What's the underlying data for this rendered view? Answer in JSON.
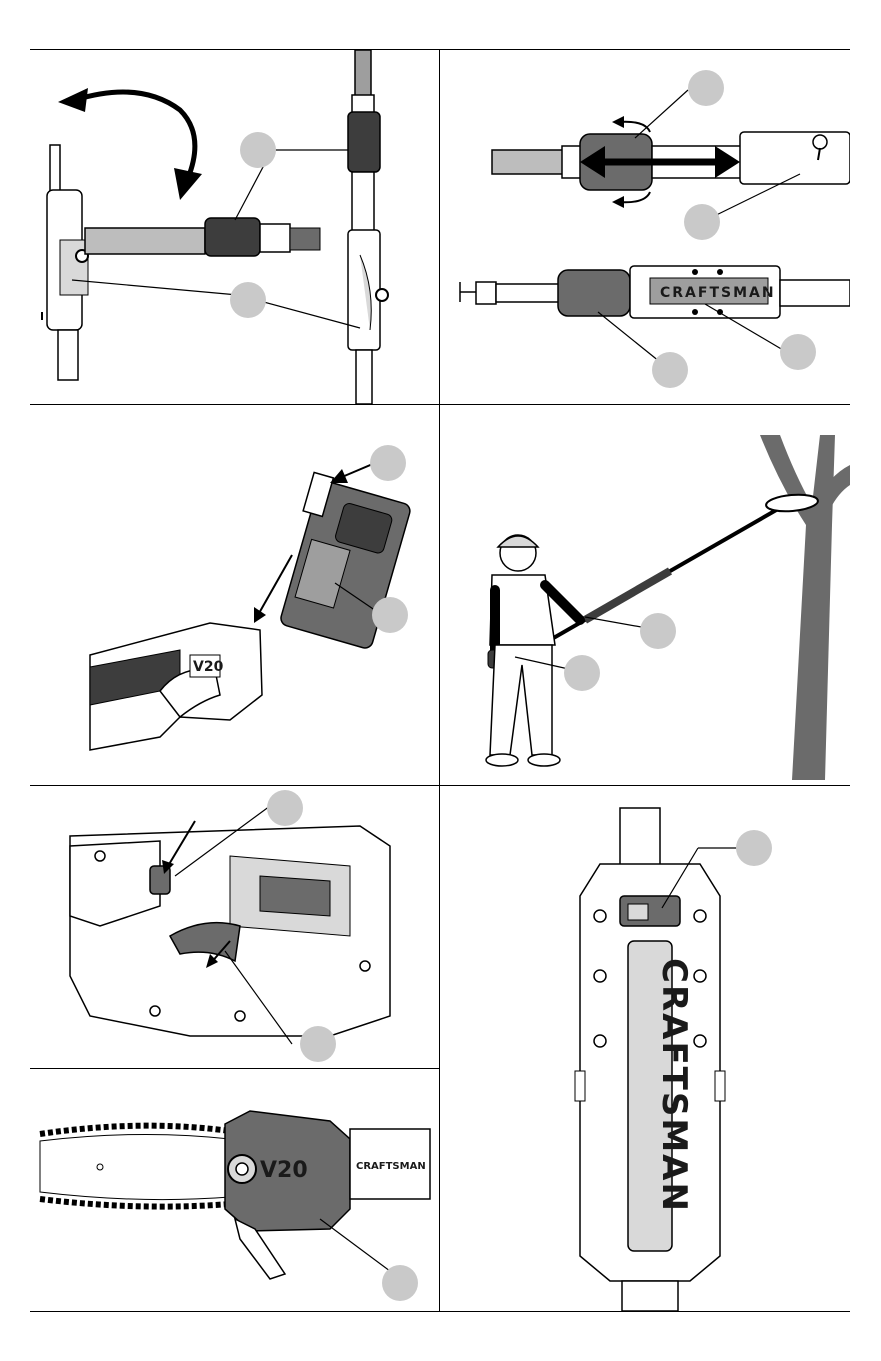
{
  "document": {
    "type": "instruction-manual-figures",
    "brand": "CRAFTSMAN",
    "model_mark": "V20",
    "callout_style": "gray-circle",
    "colors": {
      "ink": "#000000",
      "callout": "#c9c9c9",
      "dark_part": "#6b6b6b",
      "mid_part": "#9e9e9e"
    }
  },
  "panels": [
    {
      "id": "A",
      "subject": "pole-head-pivot",
      "callouts": 2
    },
    {
      "id": "B",
      "subject": "pole-coupler",
      "callouts": 4
    },
    {
      "id": "C",
      "subject": "battery-insertion",
      "callouts": 2
    },
    {
      "id": "D",
      "subject": "operator-with-pole-saw",
      "callouts": 2
    },
    {
      "id": "E",
      "subject": "trigger-and-lockout",
      "callouts": 2
    },
    {
      "id": "F",
      "subject": "coupler-latch-front-view",
      "callouts": 1
    },
    {
      "id": "G",
      "subject": "bar-and-chain-cover",
      "callouts": 1
    }
  ]
}
